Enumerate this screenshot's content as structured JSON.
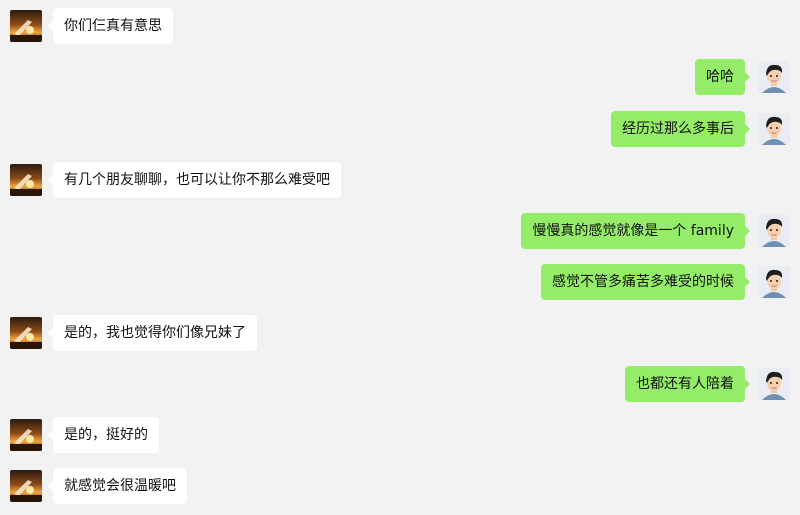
{
  "messages": [
    {
      "side": "left",
      "text": "你们仨真有意思"
    },
    {
      "side": "right",
      "text": "哈哈"
    },
    {
      "side": "right",
      "text": "经历过那么多事后"
    },
    {
      "side": "left",
      "text": "有几个朋友聊聊，也可以让你不那么难受吧"
    },
    {
      "side": "right",
      "text": "慢慢真的感觉就像是一个 family"
    },
    {
      "side": "right",
      "text": "感觉不管多痛苦多难受的时候"
    },
    {
      "side": "left",
      "text": "是的，我也觉得你们像兄妹了"
    },
    {
      "side": "right",
      "text": "也都还有人陪着"
    },
    {
      "side": "left",
      "text": "是的，挺好的"
    },
    {
      "side": "left",
      "text": "就感觉会很温暖吧"
    }
  ],
  "avatars": {
    "left": "sunset-avatar-icon",
    "right": "cartoon-man-avatar-icon"
  },
  "colors": {
    "background": "#f2f2f2",
    "incoming_bubble": "#ffffff",
    "outgoing_bubble": "#95ec69"
  }
}
